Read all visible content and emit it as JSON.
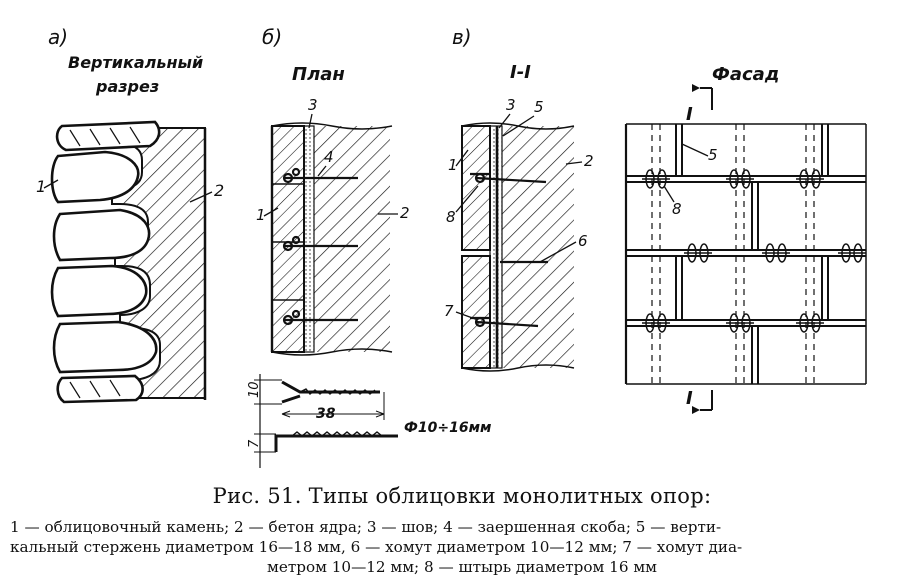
{
  "panels": {
    "a": {
      "letter": "а)",
      "title_line1": "Вертикальный",
      "title_line2": "разрез"
    },
    "b": {
      "letter": "б)",
      "title": "План"
    },
    "c": {
      "letter": "в)",
      "title": "I-I"
    },
    "d": {
      "title": "Фасад",
      "section_mark": "I"
    }
  },
  "callouts": [
    "1",
    "2",
    "3",
    "4",
    "5",
    "6",
    "7",
    "8"
  ],
  "dimensions": {
    "hook_height": "10",
    "hook_length": "38",
    "bend_height": "7",
    "bar_diameter": "Ф10÷16мм"
  },
  "caption": {
    "title": "Рис. 51. Типы облицовки монолитных опор:",
    "legend_line1": "1 — облицовочный камень; 2 — бетон ядра; 3 — шов; 4 — заершенная скоба; 5 — верти-",
    "legend_line2": "кальный стержень диаметром 16—18 мм, 6 — хомут диаметром 10—12 мм; 7 — хомут диа-",
    "legend_line3": "метром 10—12 мм; 8 — штырь диаметром 16 мм"
  }
}
